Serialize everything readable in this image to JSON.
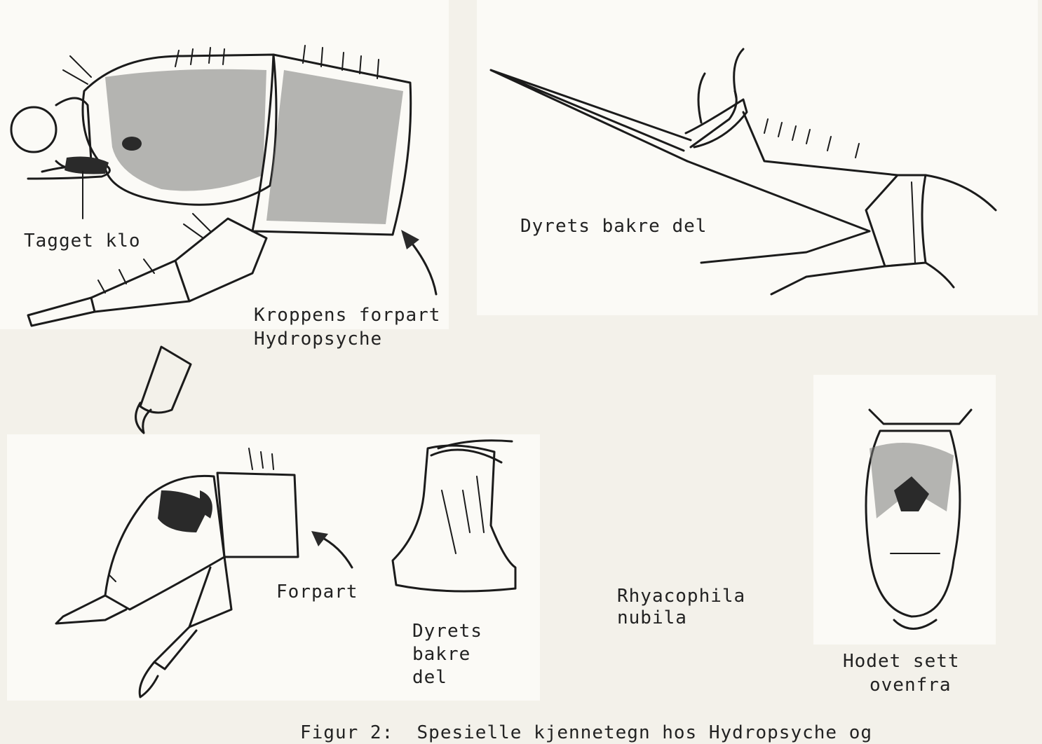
{
  "labels": {
    "tagget_klo": "Tagget klo",
    "kroppens_forpart": "Kroppens forpart",
    "hydropsyche": "Hydropsyche",
    "dyrets_bakre_del_top": "Dyrets bakre del",
    "forpart": "Forpart",
    "dyrets": "Dyrets",
    "bakre": "bakre",
    "del": "del",
    "rhyacophila": "Rhyacophila",
    "nubila": "nubila",
    "hodet_sett": "Hodet sett",
    "ovenfra": "ovenfra",
    "caption": "Figur 2:  Spesielle kjennetegn hos Hydropsyche og"
  }
}
